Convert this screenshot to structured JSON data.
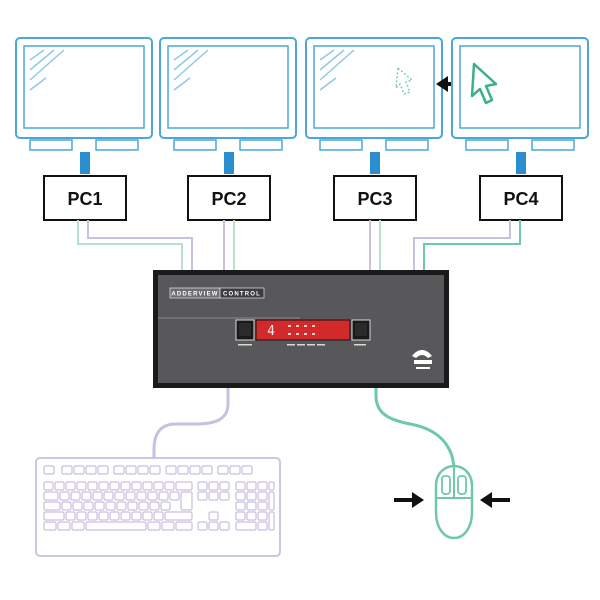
{
  "computers": [
    {
      "label": "PC1"
    },
    {
      "label": "PC2"
    },
    {
      "label": "PC3"
    },
    {
      "label": "PC4"
    }
  ],
  "switch": {
    "brand_left": "ADDERVIEW",
    "brand_right": "CONTROL",
    "display_digit": "4"
  },
  "colors": {
    "monitor": "#4aa7d8",
    "cable_blue": "#2b8fcf",
    "keyboard_line": "#c9bfe0",
    "mouse_line": "#6fc9a6",
    "arrow_line": "#3a3a3a",
    "switch_body": "#58585b",
    "display": "#d12a2a"
  },
  "icons": [
    "monitor-icon",
    "keyboard-icon",
    "mouse-icon",
    "pointer-cursor-icon",
    "arrow-left-icon",
    "arrow-right-icon",
    "kvm-switch-icon"
  ]
}
